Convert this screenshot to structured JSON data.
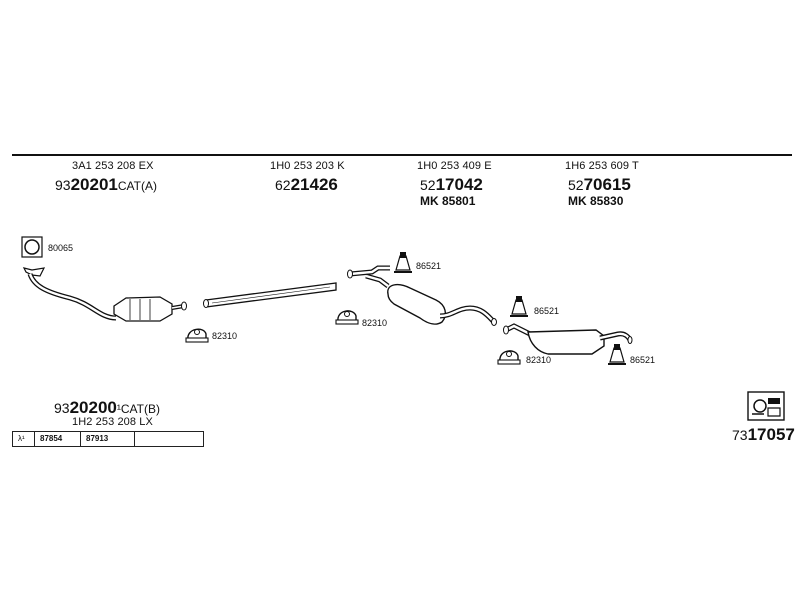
{
  "header_parts": [
    {
      "oem": "3A1 253 208 EX",
      "prefix": "93",
      "main": "20201",
      "suffix": "CAT(A)",
      "mk": ""
    },
    {
      "oem": "1H0 253 203 K",
      "prefix": "62",
      "main": "21426",
      "suffix": "",
      "mk": ""
    },
    {
      "oem": "1H0 253 409 E",
      "prefix": "52",
      "main": "17042",
      "suffix": "",
      "mk": "MK  85801"
    },
    {
      "oem": "1H6 253 609 T",
      "prefix": "52",
      "main": "70615",
      "suffix": "",
      "mk": "MK  85830"
    }
  ],
  "callouts": {
    "gasket": "80065",
    "clamp_1": "82310",
    "clamp_2": "82310",
    "clamp_3": "82310",
    "hanger_1": "86521",
    "hanger_2": "86521",
    "hanger_3": "86521"
  },
  "alt_part": {
    "prefix": "93",
    "main": "20200",
    "suffix": "¹CAT(B)",
    "oem": "1H2 253 208 LX"
  },
  "lambda_table": [
    "λ¹",
    "87854",
    "87913",
    ""
  ],
  "footer_code": {
    "prefix": "73",
    "main": "17057"
  },
  "colors": {
    "line": "#111111",
    "background": "#ffffff"
  }
}
